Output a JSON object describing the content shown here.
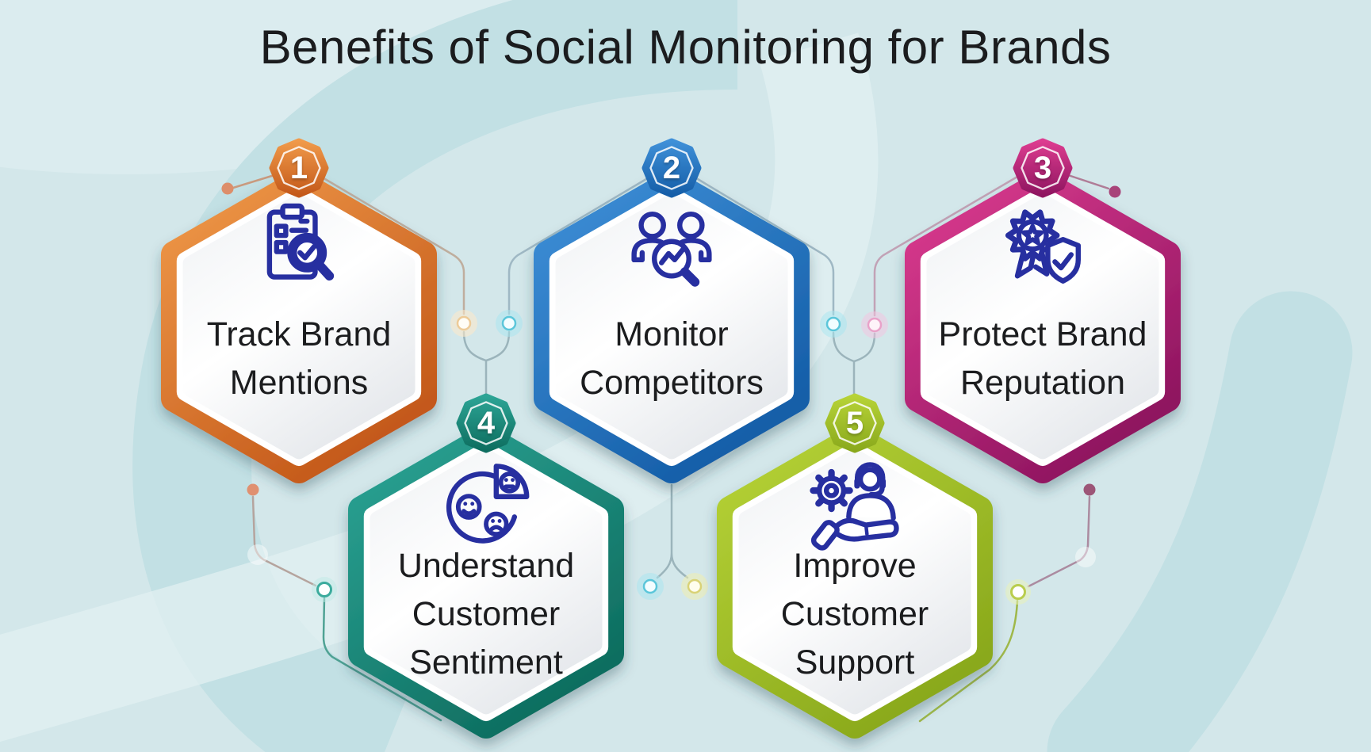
{
  "title": "Benefits of Social Monitoring for Brands",
  "steps": [
    {
      "number": "1",
      "label": "Track Brand Mentions",
      "icon": "clipboard-search-icon",
      "color_light": "#F09A4A",
      "color_dark": "#C4591A"
    },
    {
      "number": "2",
      "label": "Monitor Competitors",
      "icon": "people-search-icon",
      "color_light": "#3F90D8",
      "color_dark": "#155EA8"
    },
    {
      "number": "3",
      "label": "Protect Brand Reputation",
      "icon": "award-shield-icon",
      "color_light": "#DD3C90",
      "color_dark": "#8F1560"
    },
    {
      "number": "4",
      "label": "Understand Customer Sentiment",
      "icon": "sentiment-pie-icon",
      "color_light": "#2CA495",
      "color_dark": "#0E6E60"
    },
    {
      "number": "5",
      "label": "Improve Customer Support",
      "icon": "customer-support-icon",
      "color_light": "#B7D337",
      "color_dark": "#8AA91C"
    }
  ],
  "icon_color": "#272FA0",
  "text_color": "#1B1C1E",
  "background": {
    "base": "#D3E7EA",
    "swirl_dark": "#C2E0E4",
    "swirl_light": "#E2F0F2"
  }
}
